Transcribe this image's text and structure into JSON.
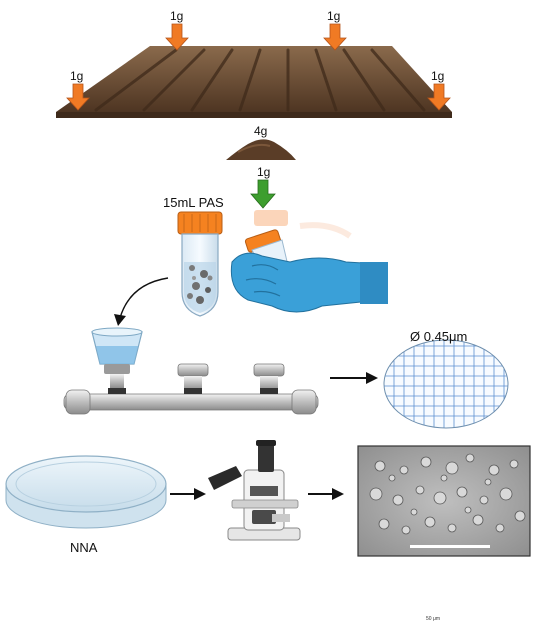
{
  "soil": {
    "sample_labels": [
      "1g",
      "1g",
      "1g",
      "1g"
    ],
    "pile_label": "4g",
    "aliquot_label": "1g"
  },
  "tube": {
    "label": "15mL PAS"
  },
  "filter": {
    "label": "Ø 0.45μm"
  },
  "plate": {
    "label": "NNA"
  },
  "micrograph": {
    "scale_text": "50 μm"
  },
  "colors": {
    "soil_arrow": "#f07a24",
    "transfer_arrow": "#3d9e2e",
    "cap": "#f58220",
    "glove": "#3aa0d8",
    "filter_grid": "#5b8fd0",
    "soil": "#6b4a30"
  }
}
